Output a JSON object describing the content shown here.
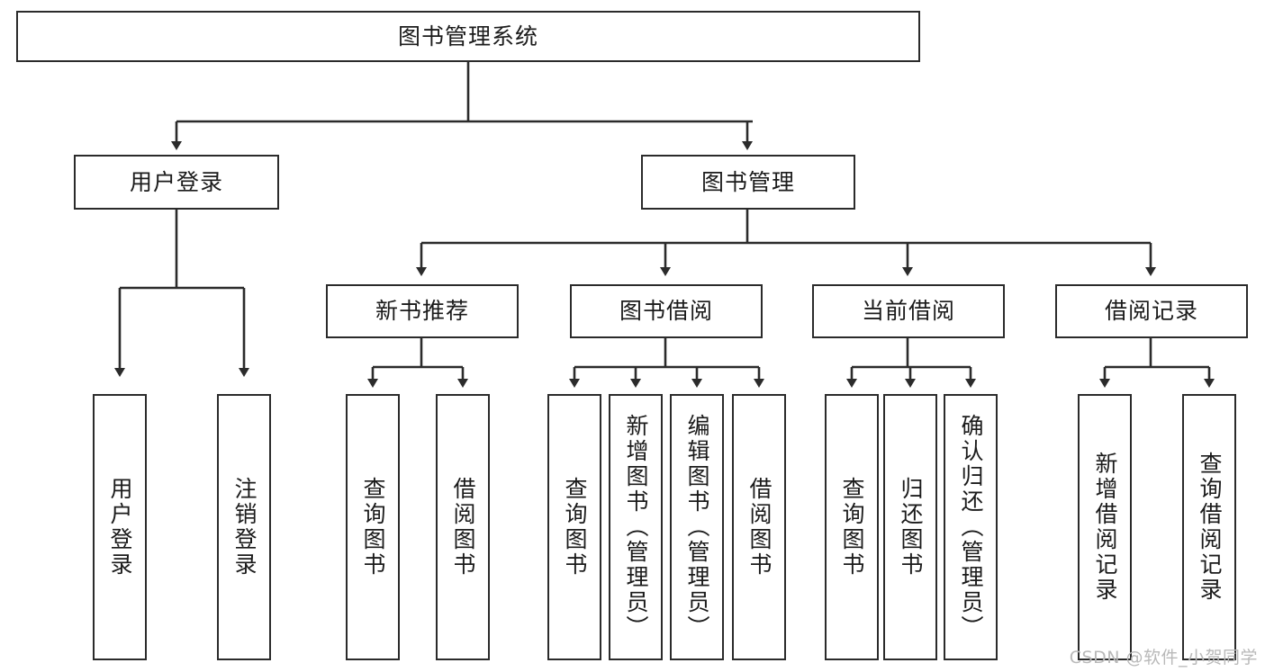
{
  "diagram": {
    "title": "图书管理系统",
    "watermark": "CSDN @软件_小贺同学",
    "stroke_color": "#2b2b2b",
    "background_color": "#ffffff",
    "level2": [
      {
        "label": "用户登录"
      },
      {
        "label": "图书管理"
      }
    ],
    "level3": [
      {
        "label": "新书推荐"
      },
      {
        "label": "图书借阅"
      },
      {
        "label": "当前借阅"
      },
      {
        "label": "借阅记录"
      }
    ],
    "leaves": {
      "user_login": [
        {
          "label": "用户登录"
        },
        {
          "label": "注销登录"
        }
      ],
      "new_book_recommend": [
        {
          "label": "查询图书"
        },
        {
          "label": "借阅图书"
        }
      ],
      "book_borrow": [
        {
          "label": "查询图书"
        },
        {
          "label": "新增图书（管理员）"
        },
        {
          "label": "编辑图书（管理员）"
        },
        {
          "label": "借阅图书"
        }
      ],
      "current_borrow": [
        {
          "label": "查询图书"
        },
        {
          "label": "归还图书"
        },
        {
          "label": "确认归还（管理员）"
        }
      ],
      "borrow_record": [
        {
          "label": "新增借阅记录"
        },
        {
          "label": "查询借阅记录"
        }
      ]
    }
  }
}
